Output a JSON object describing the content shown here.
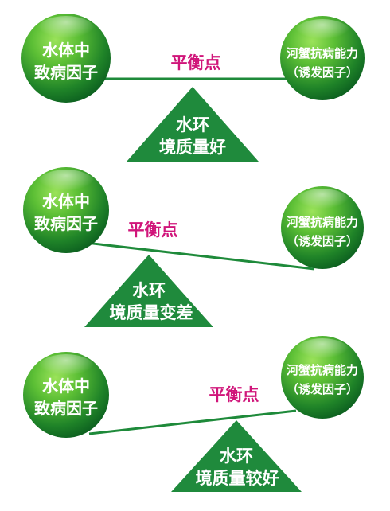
{
  "colors": {
    "ball_light": "#8fdc4a",
    "ball_mid": "#2f9a2c",
    "ball_dark": "#0b5d1f",
    "beam": "#1e8a3a",
    "triangle": "#1f8a3c",
    "pivot_label": "#d0157a"
  },
  "scales": [
    {
      "pathogen_ball": {
        "line1": "水体中",
        "line2": "致病因子"
      },
      "resistance_ball": {
        "line1": "河蟹抗病能力",
        "line2": "（诱发因子）"
      },
      "pivot_label": "平衡点",
      "triangle": {
        "line1": "水环",
        "line2": "境质量好"
      }
    },
    {
      "pathogen_ball": {
        "line1": "水体中",
        "line2": "致病因子"
      },
      "resistance_ball": {
        "line1": "河蟹抗病能力",
        "line2": "（诱发因子）"
      },
      "pivot_label": "平衡点",
      "triangle": {
        "line1": "水环",
        "line2": "境质量变差"
      }
    },
    {
      "pathogen_ball": {
        "line1": "水体中",
        "line2": "致病因子"
      },
      "resistance_ball": {
        "line1": "河蟹抗病能力",
        "line2": "（诱发因子）"
      },
      "pivot_label": "平衡点",
      "triangle": {
        "line1": "水环",
        "line2": "境质量较好"
      }
    }
  ]
}
